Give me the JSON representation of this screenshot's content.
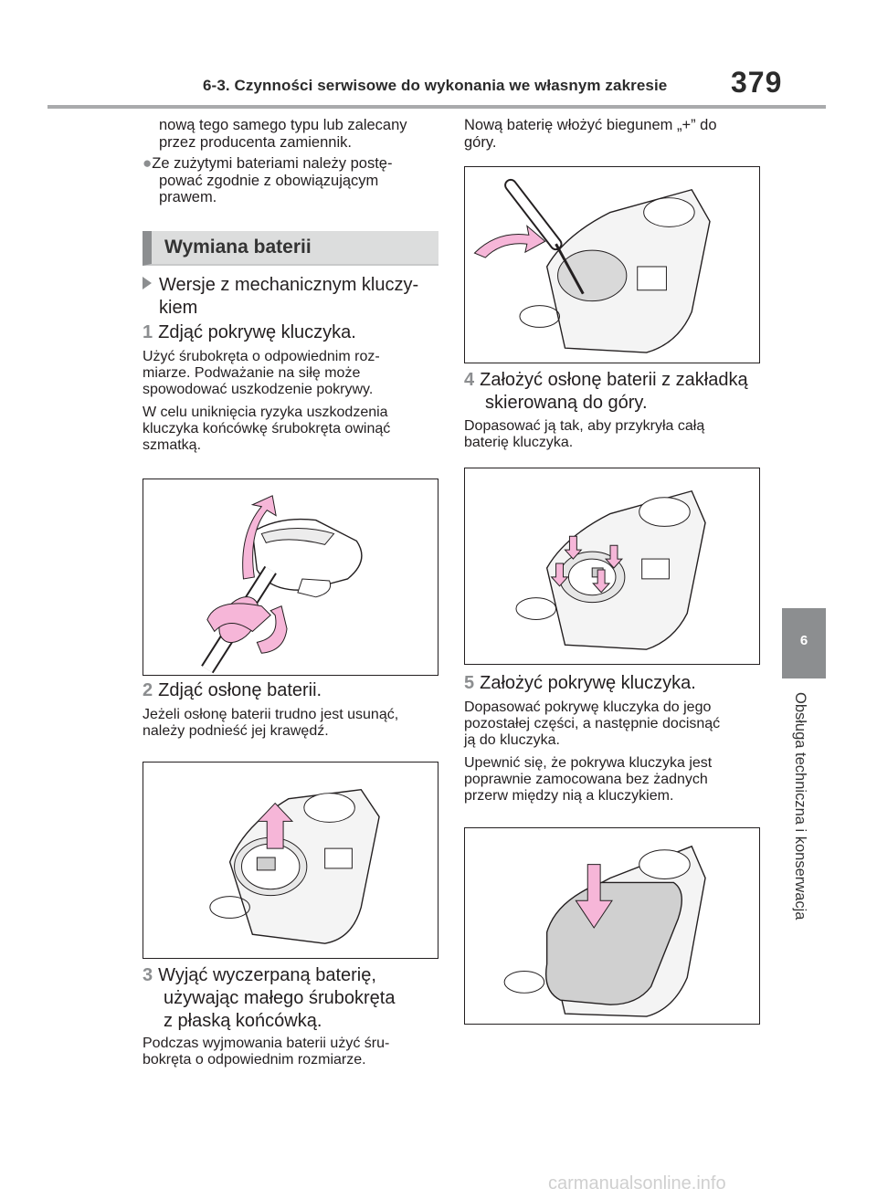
{
  "header": {
    "section_title": "6-3. Czynności serwisowe do wykonania we własnym zakresie",
    "page_number": "379"
  },
  "side_tab": {
    "chapter_number": "6",
    "chapter_title": "Obsługa techniczna i konserwacja"
  },
  "left_column": {
    "intro_line1": "nową tego samego typu lub zalecany",
    "intro_line2": "przez producenta zamiennik.",
    "bullet_symbol": "●",
    "bullet_line1": "Ze zużytymi bateriami należy postę-",
    "bullet_line2": "pować zgodnie z obowiązującym",
    "bullet_line3": "prawem.",
    "section_heading": "Wymiana baterii",
    "variant_line1": "Wersje z mechanicznym kluczy-",
    "variant_line2": "kiem",
    "step1_num": "1",
    "step1_title": "Zdjąć pokrywę kluczyka.",
    "step1_p1_l1": "Użyć śrubokręta o odpowiednim roz-",
    "step1_p1_l2": "miarze. Podważanie na siłę może",
    "step1_p1_l3": "spowodować uszkodzenie pokrywy.",
    "step1_p2_l1": "W celu uniknięcia ryzyka uszkodzenia",
    "step1_p2_l2": "kluczyka końcówkę śrubokręta owinąć",
    "step1_p2_l3": "szmatką.",
    "step2_num": "2",
    "step2_title": "Zdjąć osłonę baterii.",
    "step2_p1_l1": "Jeżeli osłonę baterii trudno jest usunąć,",
    "step2_p1_l2": "należy podnieść jej krawędź.",
    "step3_num": "3",
    "step3_title_l1": "Wyjąć wyczerpaną baterię,",
    "step3_title_l2": "używając małego śrubokręta",
    "step3_title_l3": "z płaską końcówką.",
    "step3_p1_l1": "Podczas wyjmowania baterii użyć śru-",
    "step3_p1_l2": "bokręta o odpowiednim rozmiarze."
  },
  "right_column": {
    "intro_line1": "Nową baterię włożyć biegunem „+” do",
    "intro_line2": "góry.",
    "step4_num": "4",
    "step4_title_l1": "Założyć osłonę baterii z zakładką",
    "step4_title_l2": "skierowaną do góry.",
    "step4_p1_l1": "Dopasować ją tak, aby przykryła całą",
    "step4_p1_l2": "baterię kluczyka.",
    "step5_num": "5",
    "step5_title": "Założyć pokrywę kluczyka.",
    "step5_p1_l1": "Dopasować pokrywę kluczyka do jego",
    "step5_p1_l2": "pozostałej części, a następnie docisnąć",
    "step5_p1_l3": "ją do kluczyka.",
    "step5_p2_l1": "Upewnić się, że pokrywa kluczyka jest",
    "step5_p2_l2": "poprawnie zamocowana bez żadnych",
    "step5_p2_l3": "przerw między nią a kluczykiem."
  },
  "watermark": "carmanualsonline.info",
  "colors": {
    "accent_gray": "#8c8e90",
    "arrow_pink": "#f6b6d8",
    "rule_gray": "#a9aaac"
  }
}
